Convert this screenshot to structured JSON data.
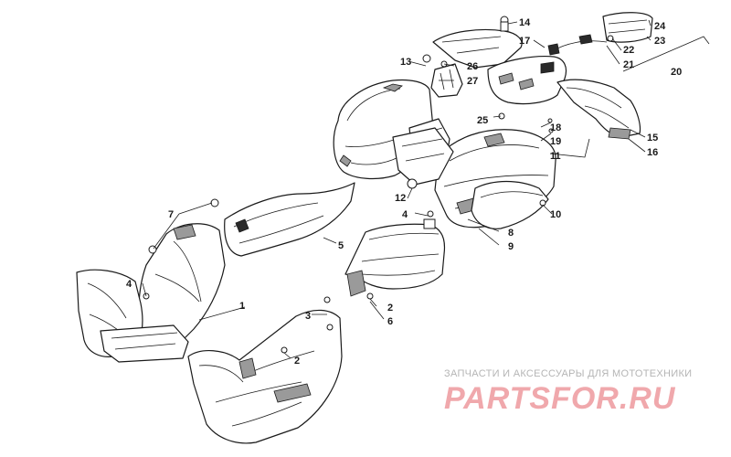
{
  "callouts": [
    "1",
    "2",
    "2",
    "3",
    "4",
    "4",
    "5",
    "6",
    "7",
    "8",
    "9",
    "10",
    "11",
    "12",
    "13",
    "14",
    "15",
    "16",
    "17",
    "18",
    "19",
    "20",
    "21",
    "22",
    "23",
    "24",
    "25",
    "26",
    "27"
  ],
  "watermark": {
    "line1": "ЗАПЧАСТИ И АКСЕССУАРЫ ДЛЯ МОТОТЕХНИКИ",
    "line2": "PARTSFOR.RU"
  },
  "colors": {
    "ink": "#1a1a1a",
    "watermark_text": "#b5b5b5",
    "watermark_logo": "#f0a8ac"
  }
}
